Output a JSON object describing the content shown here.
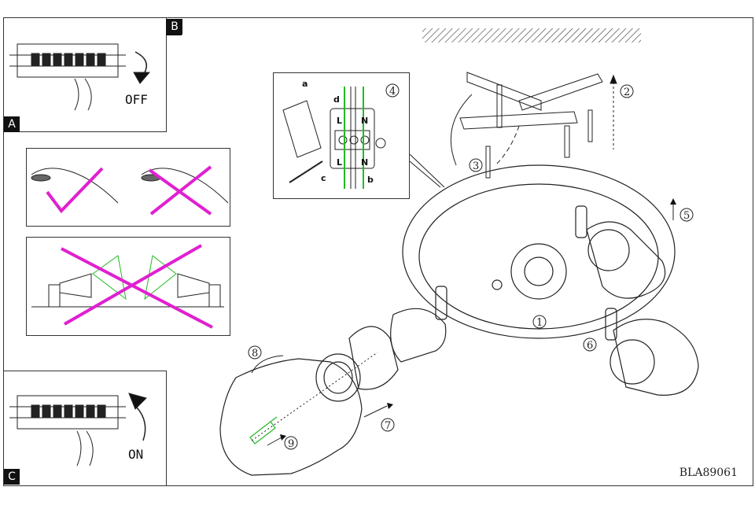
{
  "panels": {
    "B": {
      "tag": "B",
      "action": "OFF"
    },
    "A": {
      "tag": "A"
    },
    "C": {
      "tag": "C",
      "action": "ON"
    }
  },
  "connector": {
    "step": "4",
    "wires": [
      "a",
      "b",
      "c",
      "d"
    ],
    "terminals": [
      "L",
      "N",
      "L",
      "N"
    ]
  },
  "steps": [
    "1",
    "2",
    "3",
    "5",
    "6",
    "7",
    "8",
    "9"
  ],
  "model_code": "BLA89061",
  "colors": {
    "wrong_mark": "#e020d0",
    "ok_mark": "#e020d0",
    "green": "#22bb22",
    "line": "#222222"
  }
}
